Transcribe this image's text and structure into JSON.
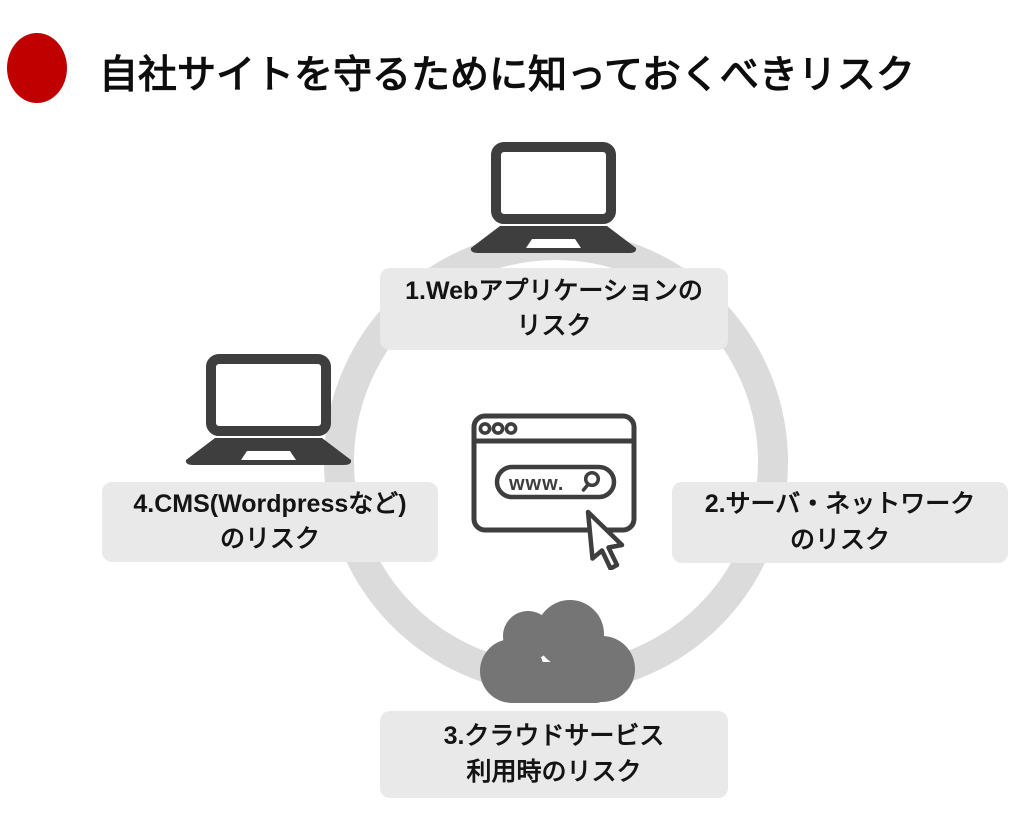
{
  "title": {
    "text": "自社サイトを守るために知っておくべきリスク",
    "bullet_icon": "red-dot-icon"
  },
  "diagram": {
    "labels": [
      {
        "id": 1,
        "position": "top",
        "text": "1.Webアプリケーションの\nリスク"
      },
      {
        "id": 2,
        "position": "right",
        "text": "2.サーバ・ネットワーク\nのリスク"
      },
      {
        "id": 3,
        "position": "bottom",
        "text": "3.クラウドサービス\n利用時のリスク"
      },
      {
        "id": 4,
        "position": "left",
        "text": "4.CMS(Wordpressなど)\nのリスク"
      }
    ],
    "browser": {
      "address_text": "www.",
      "search_icon": "magnifier-icon",
      "pointer_icon": "cursor-arrow-icon"
    },
    "icons": {
      "top": "laptop-icon",
      "left": "laptop-icon",
      "bottom": "cloud-icon",
      "center": "browser-window-icon"
    }
  },
  "colors": {
    "accent_red": "#C00000",
    "icon_dark_gray": "#3E3E3E",
    "cloud_gray": "#757575",
    "ring_gray": "#DBDBDB",
    "label_box_gray": "#E9E9E9",
    "text_black": "#141414",
    "background": "#FFFFFF"
  }
}
